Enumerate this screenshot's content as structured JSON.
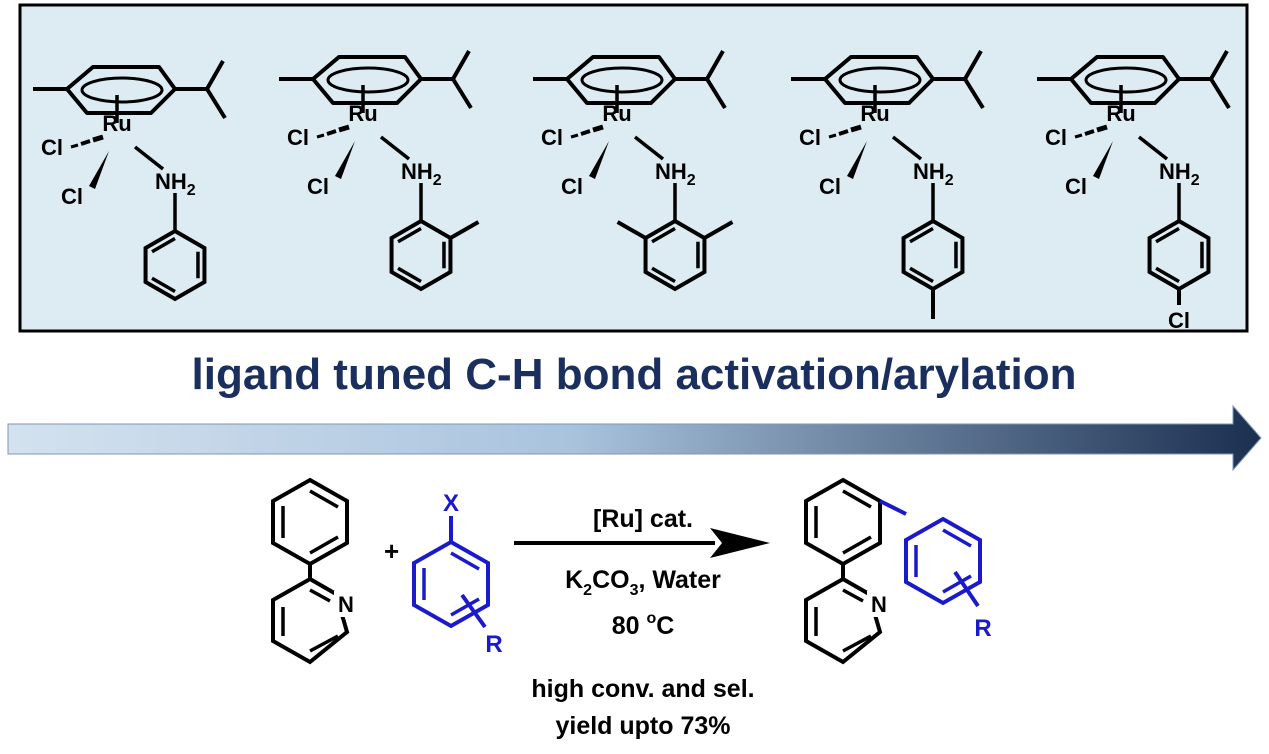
{
  "colors": {
    "panel_fill": "#dcecf2",
    "panel_border": "#000000",
    "title": "#1b2f5e",
    "substituent": "#1a1acc",
    "arrow_start": "#d4e2ef",
    "arrow_end": "#1b2f50"
  },
  "title": "ligand tuned C-H bond activation/arylation",
  "atoms": {
    "Ru": "Ru",
    "Cl": "Cl",
    "NH": "NH",
    "two": "2",
    "N": "N",
    "X": "X",
    "R": "R"
  },
  "reaction": {
    "plus": "+",
    "catalyst": "[Ru] cat.",
    "base_k": "K",
    "base_sub": "2",
    "base_co": "CO",
    "base_sub2": "3",
    "solvent": ", Water",
    "temp_num": "80 ",
    "temp_sup": "o",
    "temp_unit": "C"
  },
  "results": {
    "line1": "high conv. and sel.",
    "line2": "yield upto 73%"
  },
  "catalysts": [
    {
      "id": "aniline",
      "substituent": "none"
    },
    {
      "id": "2-methylaniline",
      "substituent": "ortho-methyl"
    },
    {
      "id": "2,6-dimethylaniline",
      "substituent": "2,6-dimethyl"
    },
    {
      "id": "4-methylaniline",
      "substituent": "para-methyl"
    },
    {
      "id": "4-chloroaniline",
      "substituent": "para-chloro"
    }
  ]
}
